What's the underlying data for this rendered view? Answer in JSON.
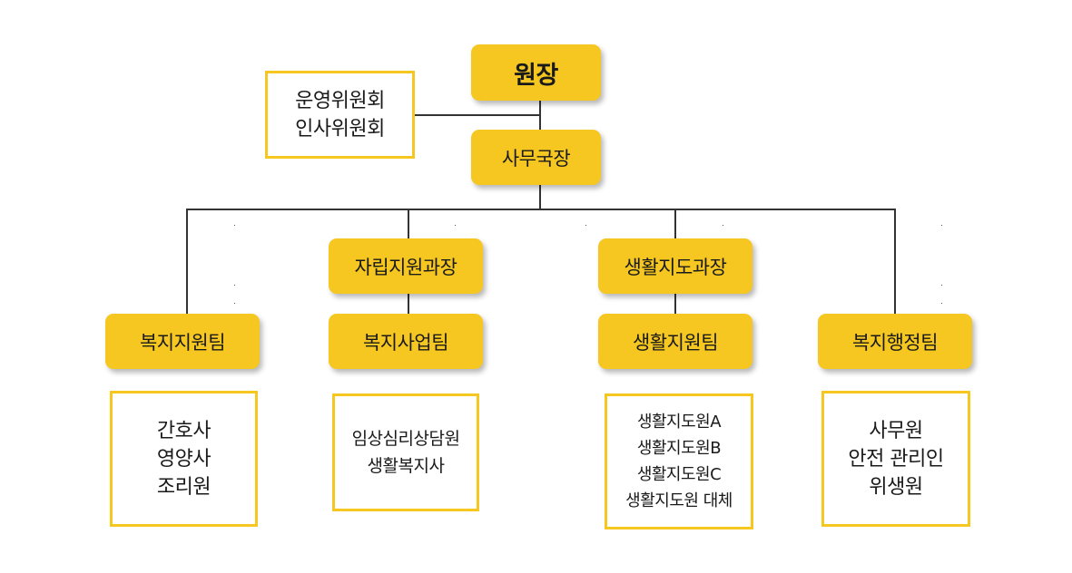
{
  "org": {
    "director": "원장",
    "secretary_general": "사무국장",
    "committees": [
      "운영위원회",
      "인사위원회"
    ],
    "chief_independence": "자립지원과장",
    "chief_living": "생활지도과장",
    "teams": {
      "welfare_support": {
        "name": "복지지원팀",
        "staff": [
          "간호사",
          "영양사",
          "조리원"
        ]
      },
      "welfare_business": {
        "name": "복지사업팀",
        "staff": [
          "임상심리상담원",
          "생활복지사"
        ]
      },
      "living_support": {
        "name": "생활지원팀",
        "staff": [
          "생활지도원A",
          "생활지도원B",
          "생활지도원C",
          "생활지도원 대체"
        ]
      },
      "welfare_admin": {
        "name": "복지행정팀",
        "staff": [
          "사무원",
          "안전 관리인",
          "위생원"
        ]
      }
    }
  },
  "colors": {
    "box_fill": "#f5c720",
    "outline_border": "#f5c720",
    "connector": "#333333",
    "text": "#1a1a1a"
  }
}
